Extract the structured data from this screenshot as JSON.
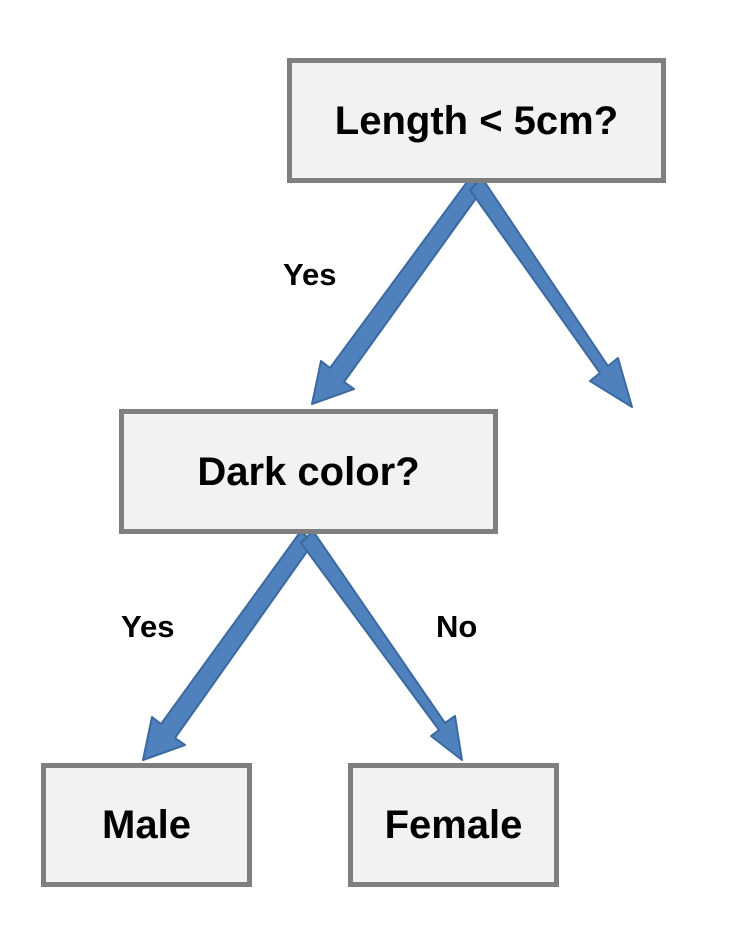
{
  "nodes": {
    "root": "Length < 5cm?",
    "child": "Dark color?",
    "leaf_left": "Male",
    "leaf_right": "Female"
  },
  "edge_labels": {
    "root_yes": "Yes",
    "child_yes": "Yes",
    "child_no": "No"
  },
  "colors": {
    "box_fill": "#f2f2f2",
    "box_border": "#7f7f7f",
    "arrow_fill": "#4f81bd",
    "arrow_outline": "#3c6aa0",
    "text": "#000000"
  }
}
